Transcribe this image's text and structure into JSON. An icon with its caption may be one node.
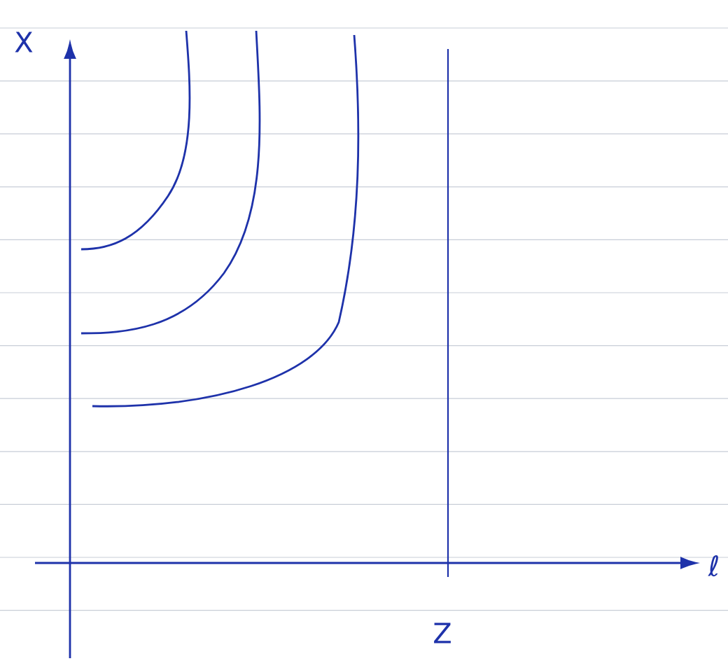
{
  "diagram": {
    "labels": [
      "X",
      "ℓ",
      "Z"
    ]
  }
}
